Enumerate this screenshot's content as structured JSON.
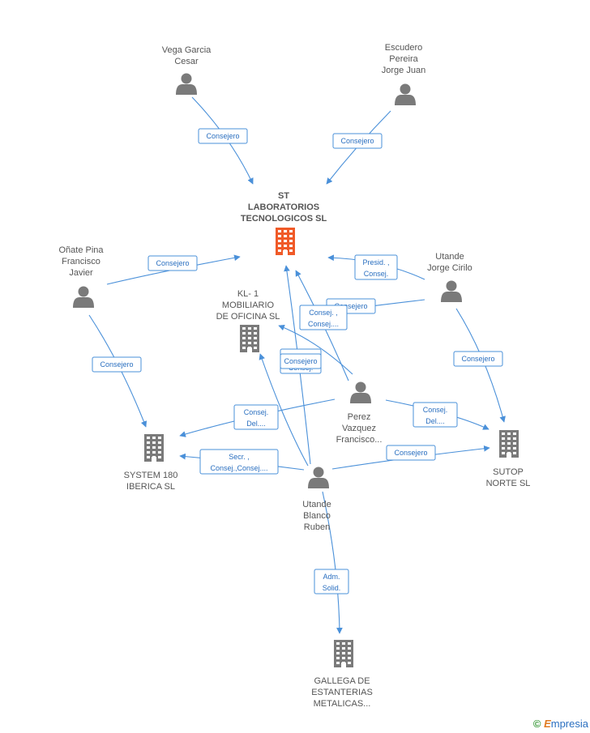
{
  "colors": {
    "edge": "#4a90d9",
    "edge_text": "#2a6fc0",
    "person_icon": "#7a7a7a",
    "company_icon": "#7a7a7a",
    "main_company_icon": "#f05a28",
    "label": "#555555"
  },
  "nodes": [
    {
      "id": "vega",
      "type": "person",
      "lines": [
        "Vega Garcia",
        "Cesar"
      ]
    },
    {
      "id": "escudero",
      "type": "person",
      "lines": [
        "Escudero",
        "Pereira",
        "Jorge Juan"
      ]
    },
    {
      "id": "st",
      "type": "main-company",
      "lines": [
        "ST",
        "LABORATORIOS",
        "TECNOLOGICOS SL"
      ]
    },
    {
      "id": "onate",
      "type": "person",
      "lines": [
        "Oñate Pina",
        "Francisco",
        "Javier"
      ]
    },
    {
      "id": "utande_jc",
      "type": "person",
      "lines": [
        "Utande",
        "Jorge Cirilo"
      ]
    },
    {
      "id": "kl1",
      "type": "company",
      "lines": [
        "KL- 1",
        "MOBILIARIO",
        "DE OFICINA SL"
      ]
    },
    {
      "id": "perez",
      "type": "person",
      "lines": [
        "Perez",
        "Vazquez",
        "Francisco..."
      ]
    },
    {
      "id": "system180",
      "type": "company",
      "lines": [
        "SYSTEM 180",
        "IBERICA SL"
      ]
    },
    {
      "id": "sutop",
      "type": "company",
      "lines": [
        "SUTOP",
        "NORTE SL"
      ]
    },
    {
      "id": "utande_rb",
      "type": "person",
      "lines": [
        "Utande",
        "Blanco",
        "Ruben"
      ]
    },
    {
      "id": "gallega",
      "type": "company",
      "lines": [
        "GALLEGA DE",
        "ESTANTERIAS",
        "METALICAS..."
      ]
    }
  ],
  "edges": [
    {
      "from": "vega",
      "to": "st",
      "lines": [
        "Consejero"
      ]
    },
    {
      "from": "escudero",
      "to": "st",
      "lines": [
        "Consejero"
      ]
    },
    {
      "from": "onate",
      "to": "st",
      "lines": [
        "Consejero"
      ]
    },
    {
      "from": "utande_jc",
      "to": "st",
      "lines": [
        "Presid. ,",
        "Consej."
      ]
    },
    {
      "from": "utande_jc",
      "to": "kl1",
      "lines": [
        "Consejero"
      ]
    },
    {
      "from": "utande_jc",
      "to": "sutop",
      "lines": [
        "Consejero"
      ]
    },
    {
      "from": "onate",
      "to": "system180",
      "lines": [
        "Consejero"
      ]
    },
    {
      "from": "perez",
      "to": "st",
      "lines": [
        "Consej. ,",
        "Consej...."
      ]
    },
    {
      "from": "perez",
      "to": "kl1",
      "lines": [
        "Consej. ,",
        "Consej...."
      ]
    },
    {
      "from": "perez",
      "to": "system180",
      "lines": [
        "Consej.",
        "Del...."
      ]
    },
    {
      "from": "perez",
      "to": "sutop",
      "lines": [
        "Consej.",
        "Del...."
      ]
    },
    {
      "from": "utande_rb",
      "to": "st",
      "lines": [
        "Secr. ,",
        "Consej."
      ]
    },
    {
      "from": "utande_rb",
      "to": "kl1",
      "lines": [
        "Consejero"
      ]
    },
    {
      "from": "utande_rb",
      "to": "system180",
      "lines": [
        "Secr. ,",
        "Consej.,Consej...."
      ]
    },
    {
      "from": "utande_rb",
      "to": "sutop",
      "lines": [
        "Consejero"
      ]
    },
    {
      "from": "utande_rb",
      "to": "gallega",
      "lines": [
        "Adm.",
        "Solid."
      ]
    }
  ],
  "watermark": {
    "copyright": "©",
    "brand_initial": "E",
    "brand_rest": "mpresia"
  }
}
